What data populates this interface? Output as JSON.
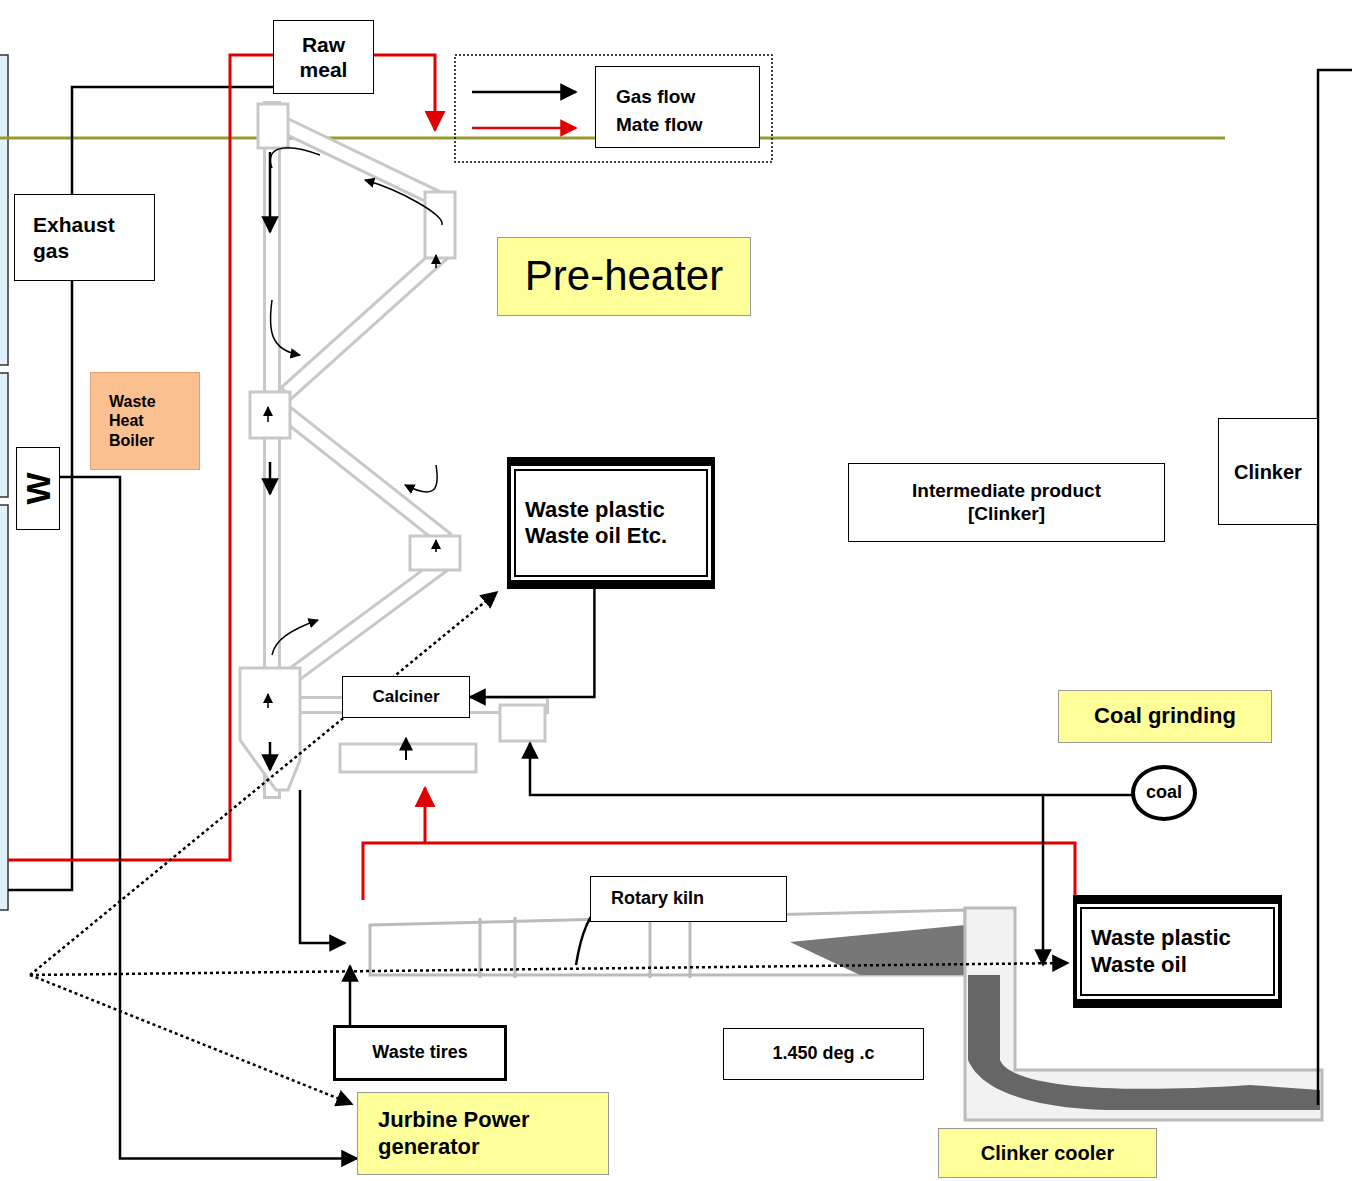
{
  "diagram": {
    "nodes": [
      {
        "text": [
          "Raw meal"
        ]
      },
      {
        "text": [
          "Exhaust gas"
        ]
      },
      {
        "text": [
          "Pre-heater"
        ]
      },
      {
        "text": [
          "Waste Heat Boiler"
        ]
      },
      {
        "text": [
          "W"
        ]
      },
      {
        "text": [
          "Waste plastic Waste oil Etc."
        ]
      },
      {
        "text": [
          "Intermediate product [Clinker]"
        ]
      },
      {
        "text": [
          "Clinker"
        ]
      },
      {
        "text": [
          "Calciner"
        ]
      },
      {
        "text": [
          "Coal grinding"
        ]
      },
      {
        "text": [
          "coal"
        ]
      },
      {
        "text": [
          "Rotary kiln"
        ]
      },
      {
        "text": [
          "Waste plastic Waste oil"
        ]
      },
      {
        "text": [
          "Waste tires"
        ]
      },
      {
        "text": [
          "1.450 deg .c"
        ]
      },
      {
        "text": [
          "Jurbine Power generator"
        ]
      },
      {
        "text": [
          "Clinker cooler"
        ]
      }
    ],
    "edges": [
      {
        "from": 5,
        "to": 8,
        "arrow": "to"
      },
      {
        "from": 4,
        "to": 15,
        "arrow": "to"
      }
    ],
    "legend": [
      {
        "text": "Gas flow"
      },
      {
        "text": "Mate flow"
      }
    ]
  }
}
